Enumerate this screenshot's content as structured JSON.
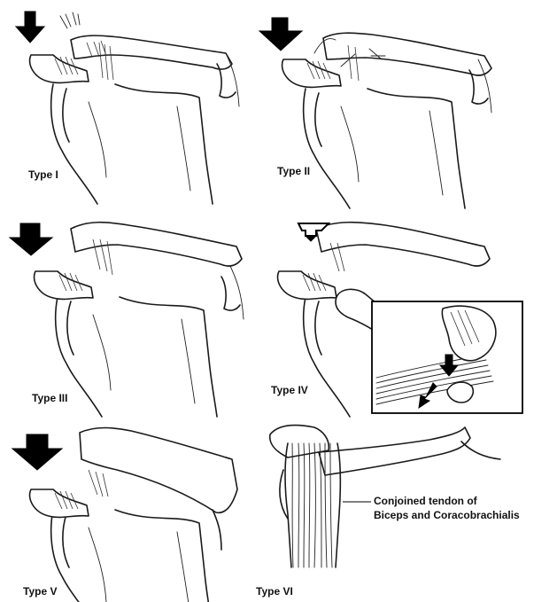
{
  "panels": [
    {
      "label": "Type I"
    },
    {
      "label": "Type II"
    },
    {
      "label": "Type III"
    },
    {
      "label": "Type IV"
    },
    {
      "label": "Type V"
    },
    {
      "label": "Type VI"
    }
  ],
  "callout": {
    "line1": "Conjoined tendon of",
    "line2": "Biceps and Coracobrachialis"
  }
}
